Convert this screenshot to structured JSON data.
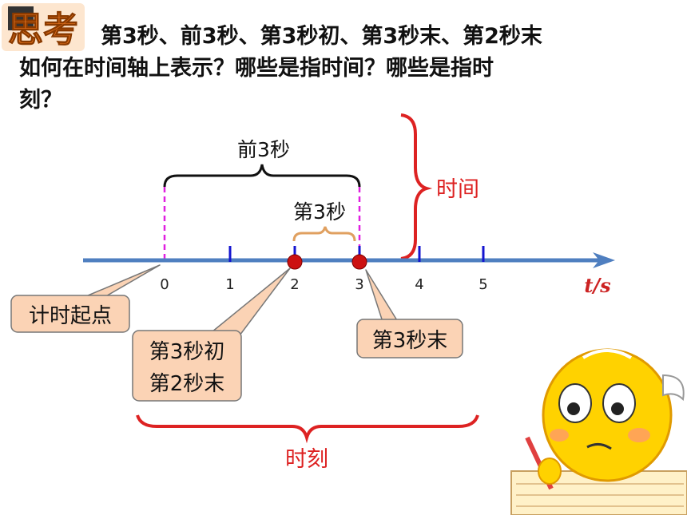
{
  "badge": {
    "text": "思考"
  },
  "question": {
    "line1": "第3秒、前3秒、第3秒初、第3秒末、第2秒末",
    "line2": "如何在时间轴上表示？哪些是指时间？哪些是指时",
    "line3": "刻？"
  },
  "axis": {
    "ticks": [
      "0",
      "1",
      "2",
      "3",
      "4",
      "5"
    ],
    "unit_label": "t/s"
  },
  "braces": {
    "first3s": "前3秒",
    "third_second": "第3秒",
    "time_interval": "时间",
    "moments": "时刻"
  },
  "callouts": {
    "origin": "计时起点",
    "start3_line1": "第3秒初",
    "start3_line2": "第2秒末",
    "end3": "第3秒末"
  },
  "colors": {
    "axis": "#4f7fc0",
    "tick": "#1515d0",
    "dot": "#cc1111",
    "brace_red": "#dd2222",
    "brace_orange": "#e0a060",
    "dash": "#e020e0",
    "callout_fill": "#fbd3b5",
    "badge": "#e87520"
  },
  "mascot": {
    "icon": "chick-mascot-writing-icon"
  }
}
